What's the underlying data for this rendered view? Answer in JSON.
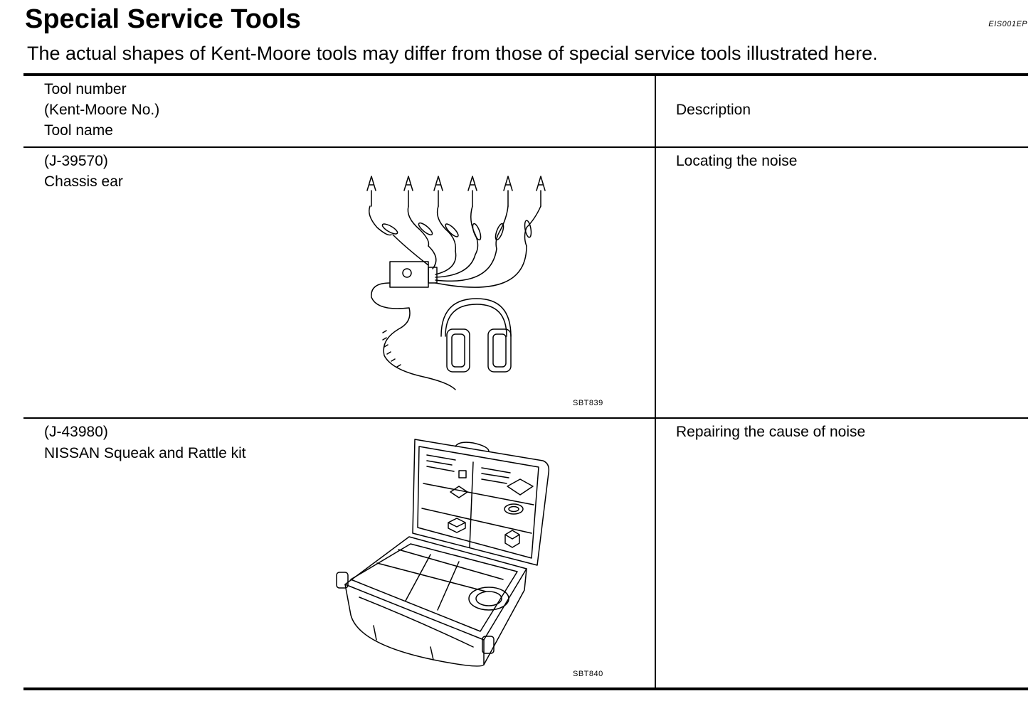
{
  "page": {
    "title": "Special Service Tools",
    "code": "EIS001EP",
    "subtitle": "The actual shapes of Kent-Moore tools may differ from those of special service tools illustrated here."
  },
  "table": {
    "header": {
      "col1": [
        "Tool number",
        "(Kent-Moore No.)",
        "Tool name"
      ],
      "col2": "Description"
    },
    "rows": [
      {
        "tool_number": "(J-39570)",
        "tool_name": "Chassis ear",
        "description": "Locating the noise",
        "figure_code": "SBT839"
      },
      {
        "tool_number": "(J-43980)",
        "tool_name": "NISSAN Squeak and Rattle kit",
        "description": "Repairing the cause of noise",
        "figure_code": "SBT840"
      }
    ]
  }
}
